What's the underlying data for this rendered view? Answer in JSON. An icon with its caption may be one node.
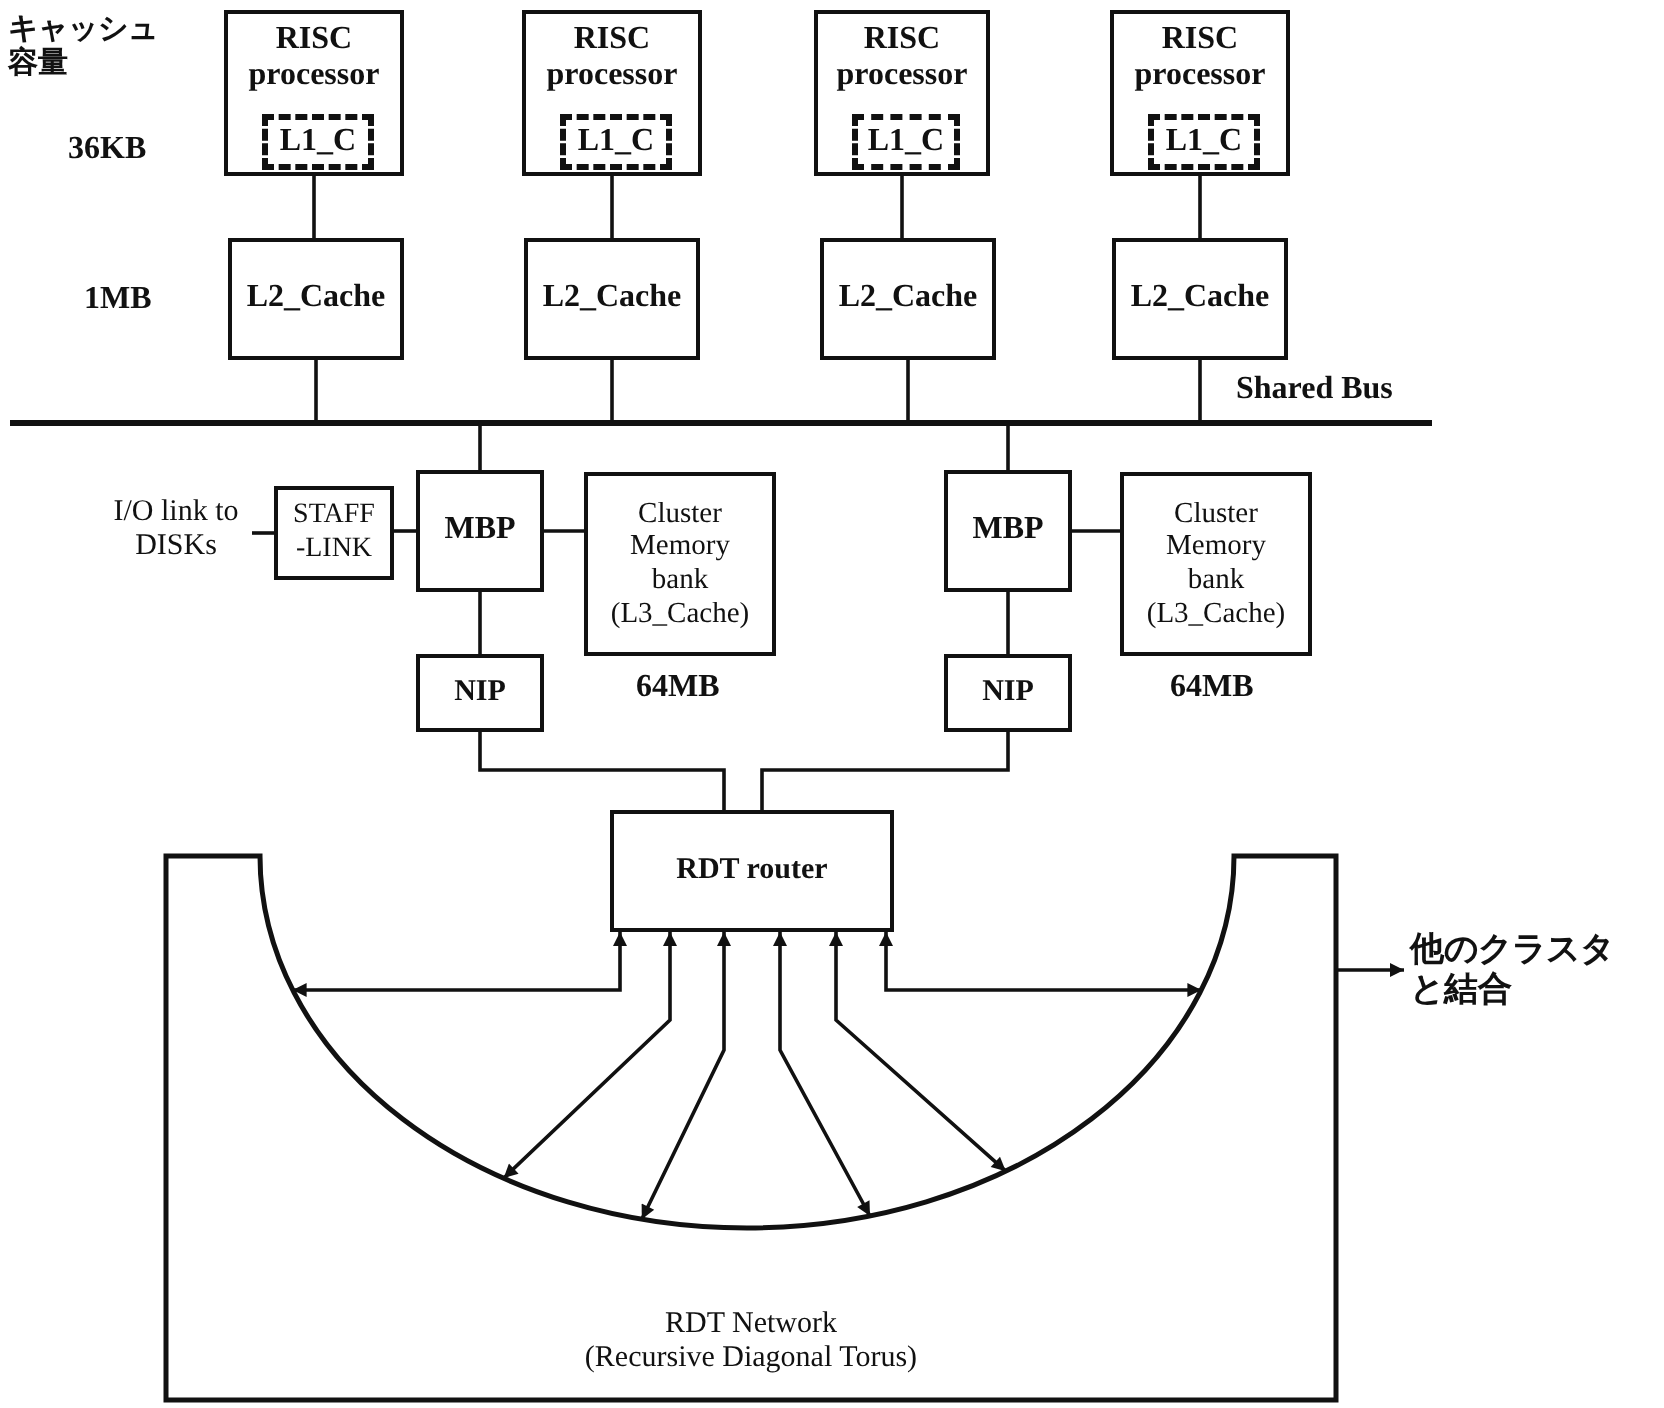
{
  "diagram": {
    "nodes": [
      {
        "text": [
          "RISC processor"
        ]
      },
      {
        "text": [
          "L1_C"
        ],
        "in": 0
      },
      {
        "text": [
          "RISC processor"
        ]
      },
      {
        "text": [
          "L1_C"
        ],
        "in": 2
      },
      {
        "text": [
          "RISC processor"
        ]
      },
      {
        "text": [
          "L1_C"
        ],
        "in": 4
      },
      {
        "text": [
          "RISC processor"
        ]
      },
      {
        "text": [
          "L1_C"
        ],
        "in": 6
      },
      {
        "text": [
          "L2_Cache"
        ]
      },
      {
        "text": [
          "L2_Cache"
        ]
      },
      {
        "text": [
          "L2_Cache"
        ]
      },
      {
        "text": [
          "L2_Cache"
        ]
      },
      {
        "text": [],
        "shape": "bar",
        "beside": [
          "Shared Bus"
        ]
      },
      {
        "text": [
          "I/O link to DISKs"
        ]
      },
      {
        "text": [
          "STAFF -LINK"
        ]
      },
      {
        "text": [
          "MBP"
        ]
      },
      {
        "text": [
          "Cluster Memory bank (L3_Cache)"
        ],
        "beside": [
          "64MB"
        ]
      },
      {
        "text": [
          "NIP"
        ]
      },
      {
        "text": [
          "MBP"
        ]
      },
      {
        "text": [
          "Cluster Memory bank (L3_Cache)"
        ],
        "beside": [
          "64MB"
        ]
      },
      {
        "text": [
          "NIP"
        ]
      },
      {
        "text": [
          "RDT router"
        ]
      },
      {
        "text": [
          "RDT Network",
          "(Recursive Diagonal Torus)"
        ]
      },
      {
        "text": [
          "他のクラスタと結合"
        ]
      }
    ],
    "edges": [
      {
        "from": 0,
        "to": 8,
        "arrow": "none"
      },
      {
        "from": 2,
        "to": 9,
        "arrow": "none"
      },
      {
        "from": 4,
        "to": 10,
        "arrow": "none"
      },
      {
        "from": 6,
        "to": 11,
        "arrow": "none"
      },
      {
        "from": 8,
        "to": 12,
        "arrow": "none"
      },
      {
        "from": 9,
        "to": 12,
        "arrow": "none"
      },
      {
        "from": 10,
        "to": 12,
        "arrow": "none"
      },
      {
        "from": 11,
        "to": 12,
        "arrow": "none"
      },
      {
        "from": 12,
        "to": 15,
        "arrow": "none"
      },
      {
        "from": 12,
        "to": 18,
        "arrow": "none"
      },
      {
        "from": 13,
        "to": 14,
        "arrow": "none"
      },
      {
        "from": 14,
        "to": 15,
        "arrow": "none"
      },
      {
        "from": 15,
        "to": 16,
        "arrow": "none"
      },
      {
        "from": 15,
        "to": 17,
        "arrow": "none"
      },
      {
        "from": 18,
        "to": 19,
        "arrow": "none"
      },
      {
        "from": 18,
        "to": 20,
        "arrow": "none"
      },
      {
        "from": 17,
        "to": 21,
        "arrow": "none"
      },
      {
        "from": 20,
        "to": 21,
        "arrow": "none"
      },
      {
        "from": 21,
        "to": 22,
        "arrow": "both"
      },
      {
        "from": 21,
        "to": 22,
        "arrow": "both"
      },
      {
        "from": 21,
        "to": 22,
        "arrow": "both"
      },
      {
        "from": 21,
        "to": 22,
        "arrow": "both"
      },
      {
        "from": 21,
        "to": 22,
        "arrow": "both"
      },
      {
        "from": 21,
        "to": 22,
        "arrow": "both"
      },
      {
        "from": 22,
        "to": 23,
        "arrow": "to"
      }
    ],
    "labels": [
      "キャッシュ容量",
      "36KB",
      "1MB"
    ]
  }
}
